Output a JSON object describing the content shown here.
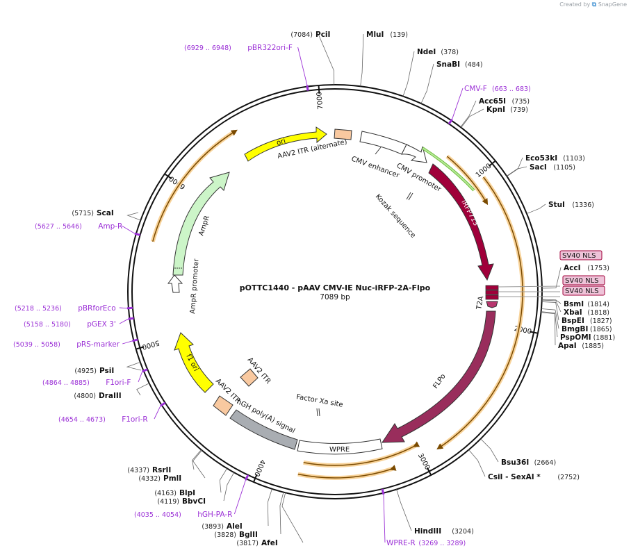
{
  "brand": {
    "created_by": "Created by",
    "logo_text": "SnapGene"
  },
  "map": {
    "title": "pOTTC1440 - pAAV CMV-IE Nuc-iRFP-2A-Flpo",
    "length_label": "7089 bp",
    "length": 7089
  },
  "ticks": [
    {
      "pos": 1000,
      "label": "1000"
    },
    {
      "pos": 2000,
      "label": "2000"
    },
    {
      "pos": 3000,
      "label": "3000"
    },
    {
      "pos": 4000,
      "label": "4000"
    },
    {
      "pos": 5000,
      "label": "5000"
    },
    {
      "pos": 6000,
      "label": "6000"
    },
    {
      "pos": 7000,
      "label": "7000"
    }
  ],
  "sites": [
    {
      "name": "PciI",
      "pos_label": "(7084)",
      "pos": 7084
    },
    {
      "name": "MluI",
      "pos_label": "(139)",
      "pos": 139
    },
    {
      "name": "NdeI",
      "pos_label": "(378)",
      "pos": 378
    },
    {
      "name": "SnaBI",
      "pos_label": "(484)",
      "pos": 484
    },
    {
      "name": "Acc65I",
      "pos_label": "(735)",
      "pos": 735
    },
    {
      "name": "KpnI",
      "pos_label": "(739)",
      "pos": 739
    },
    {
      "name": "Eco53kI",
      "pos_label": "(1103)",
      "pos": 1103
    },
    {
      "name": "SacI",
      "pos_label": "(1105)",
      "pos": 1105
    },
    {
      "name": "StuI",
      "pos_label": "(1336)",
      "pos": 1336
    },
    {
      "name": "AccI",
      "pos_label": "(1753)",
      "pos": 1753
    },
    {
      "name": "BsmI",
      "pos_label": "(1814)",
      "pos": 1814
    },
    {
      "name": "XbaI",
      "pos_label": "(1818)",
      "pos": 1818
    },
    {
      "name": "BspEI",
      "pos_label": "(1827)",
      "pos": 1827
    },
    {
      "name": "BmgBI",
      "pos_label": "(1865)",
      "pos": 1865
    },
    {
      "name": "PspOMI",
      "pos_label": "(1881)",
      "pos": 1881
    },
    {
      "name": "ApaI",
      "pos_label": "(1885)",
      "pos": 1885
    },
    {
      "name": "Bsu36I",
      "pos_label": "(2664)",
      "pos": 2664
    },
    {
      "name": "CsiI - SexAI *",
      "pos_label": "(2752)",
      "pos": 2752
    },
    {
      "name": "HindIII",
      "pos_label": "(3204)",
      "pos": 3204
    },
    {
      "name": "AfeI",
      "pos_label": "(3817)",
      "pos": 3817
    },
    {
      "name": "BglII",
      "pos_label": "(3828)",
      "pos": 3828
    },
    {
      "name": "AleI",
      "pos_label": "(3893)",
      "pos": 3893
    },
    {
      "name": "BbvCI",
      "pos_label": "(4119)",
      "pos": 4119
    },
    {
      "name": "BlpI",
      "pos_label": "(4163)",
      "pos": 4163
    },
    {
      "name": "PmlI",
      "pos_label": "(4332)",
      "pos": 4332
    },
    {
      "name": "RsrII",
      "pos_label": "(4337)",
      "pos": 4337
    },
    {
      "name": "DraIII",
      "pos_label": "(4800)",
      "pos": 4800
    },
    {
      "name": "PsiI",
      "pos_label": "(4925)",
      "pos": 4925
    },
    {
      "name": "ScaI",
      "pos_label": "(5715)",
      "pos": 5715
    }
  ],
  "primers": [
    {
      "name": "pBR322ori-F",
      "range": "(6929 .. 6948)",
      "pos": 6938
    },
    {
      "name": "CMV-F",
      "range": "(663 .. 683)",
      "pos": 673
    },
    {
      "name": "WPRE-R",
      "range": "(3269 .. 3289)",
      "pos": 3279
    },
    {
      "name": "hGH-PA-R",
      "range": "(4035 .. 4054)",
      "pos": 4044
    },
    {
      "name": "F1ori-R",
      "range": "(4654 .. 4673)",
      "pos": 4663
    },
    {
      "name": "F1ori-F",
      "range": "(4864 .. 4885)",
      "pos": 4874
    },
    {
      "name": "pRS-marker",
      "range": "(5039 .. 5058)",
      "pos": 5048
    },
    {
      "name": "pGEX 3'",
      "range": "(5158 .. 5180)",
      "pos": 5169
    },
    {
      "name": "pBRforEco",
      "range": "(5218 .. 5236)",
      "pos": 5227
    },
    {
      "name": "Amp-R",
      "range": "(5627 .. 5646)",
      "pos": 5636
    }
  ],
  "nls_labels": [
    {
      "text": "SV40 NLS"
    },
    {
      "text": "SV40 NLS"
    },
    {
      "text": "SV40 NLS"
    }
  ],
  "features": [
    {
      "label": "ori",
      "color": "#ffff00"
    },
    {
      "label": "AAV2 ITR (alternate)",
      "color": "#f9c9a0"
    },
    {
      "label": "CMV enhancer",
      "color": "#ffffff"
    },
    {
      "label": "CMV promoter",
      "color": "#ffffff"
    },
    {
      "label": "Kozak sequence",
      "color": "#ffffff"
    },
    {
      "label": "iRFP713",
      "color": "#a0003a"
    },
    {
      "label": "T2A",
      "color": "#b8366e"
    },
    {
      "label": "FLPo",
      "color": "#992d5c"
    },
    {
      "label": "WPRE",
      "color": "#ffffff"
    },
    {
      "label": "hGH poly(A) signal",
      "color": "#a9adb2"
    },
    {
      "label": "AAV2 ITR",
      "color": "#f9c9a0"
    },
    {
      "label": "AAV2 ITR",
      "color": "#f9c9a0"
    },
    {
      "label": "Factor Xa site",
      "color": "#ffffff"
    },
    {
      "label": "f1 ori",
      "color": "#ffff00"
    },
    {
      "label": "AmpR promoter",
      "color": "#ffffff"
    },
    {
      "label": "AmpR",
      "color": "#ccf5c8"
    }
  ],
  "colors": {
    "primer": "#9b30d6",
    "orf": "#f5a623",
    "nls_fill": "#eec3d8",
    "nls_stroke": "#a0003a",
    "cmv_green": "#6dbf3a"
  }
}
